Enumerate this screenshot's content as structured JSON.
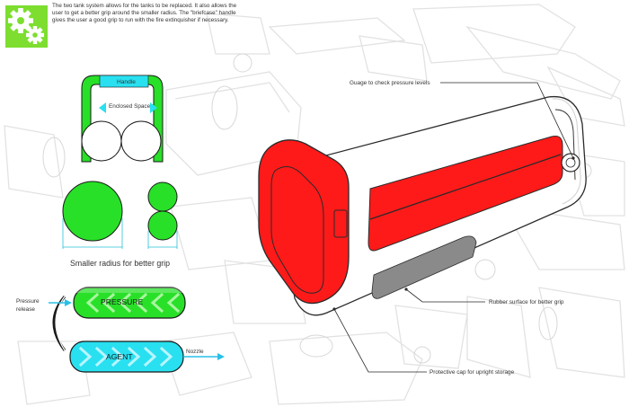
{
  "intro_text": "The two tank system allows for the tanks to be replaced. It also allows the user to get a better grip around the smaller radius. The \"briefcase\" handle gives the user a good grip to run with the fire extinquisher if necessary.",
  "handle_diagram": {
    "handle_label": "Handle",
    "space_label": "Enclosed Space"
  },
  "grip_caption": "Smaller radius for better grip",
  "tanks_diagram": {
    "pressure_label": "PRESSURE",
    "agent_label": "AGENT",
    "release_label": "Pressure\nrelease",
    "nozzle_label": "Nozzle"
  },
  "callouts": {
    "gauge": "Guage to check pressure levels",
    "rubber": "Rubber surface for better grip",
    "cap": "Protective cap for upright storage"
  },
  "colors": {
    "green": "#28e028",
    "lime": "#7dde2f",
    "cyan": "#28e0f0",
    "red": "#ff1a1a",
    "sketch": "#e4e4e4"
  },
  "icons": [
    "gear-icon",
    "arrow-left-icon",
    "arrow-right-icon",
    "chevron-left-icon",
    "chevron-right-icon"
  ]
}
